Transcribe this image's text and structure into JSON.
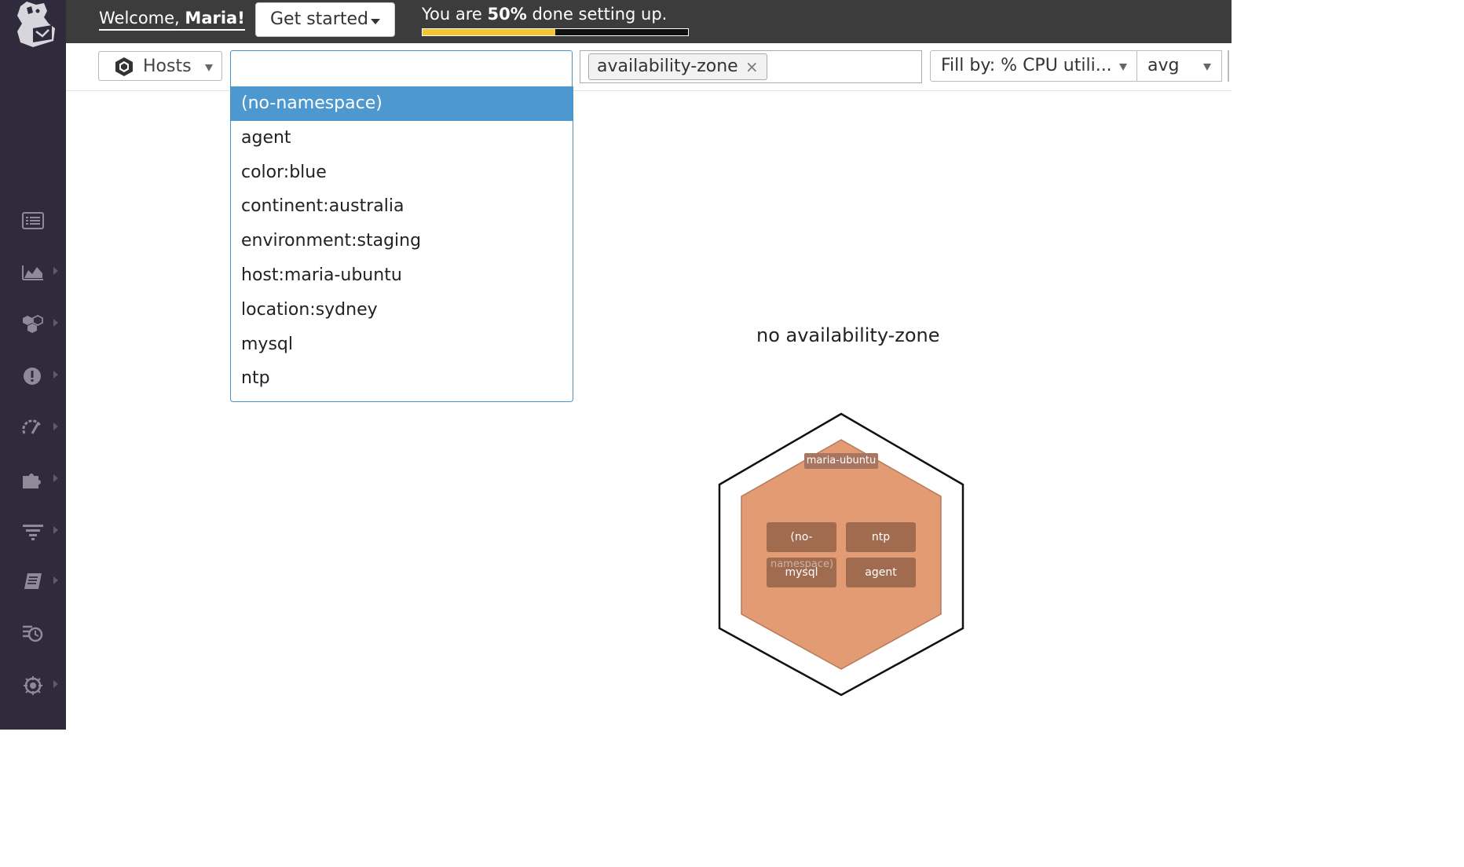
{
  "topbar": {
    "welcome_prefix": "Welcome, ",
    "welcome_name": "Maria!",
    "get_started_label": "Get started",
    "progress_prefix": "You are ",
    "progress_percent_text": "50%",
    "progress_suffix": " done setting up.",
    "progress_fraction": 0.5
  },
  "toolbar": {
    "hosts_label": "Hosts",
    "filter_value": "",
    "group_tag": "availability-zone",
    "group_tag_remove": "×",
    "fill_label": "Fill by: % CPU utili...",
    "agg_label": "avg"
  },
  "dropdown": {
    "items": [
      "(no-namespace)",
      "agent",
      "color:blue",
      "continent:australia",
      "environment:staging",
      "host:maria-ubuntu",
      "location:sydney",
      "mysql",
      "ntp"
    ],
    "selected_index": 0
  },
  "hostmap": {
    "zone_label": "no availability-zone",
    "host_name": "maria-ubuntu",
    "apps": [
      "(no-",
      "ntp",
      "mysql",
      "agent"
    ],
    "ns_overflow": "namespace)"
  },
  "sidebar": {
    "icons": [
      "list-icon",
      "chart-icon",
      "infrastructure-icon",
      "alert-icon",
      "apm-icon",
      "integrations-icon",
      "logs-icon",
      "notebook-icon",
      "synthetics-icon",
      "security-icon"
    ]
  },
  "colors": {
    "sidebar_bg": "#2f2a3c",
    "topbar_bg": "#3c3c3c",
    "accent_blue": "#4d98cf",
    "progress_yellow": "#f4c531",
    "host_fill": "#e39b74"
  }
}
